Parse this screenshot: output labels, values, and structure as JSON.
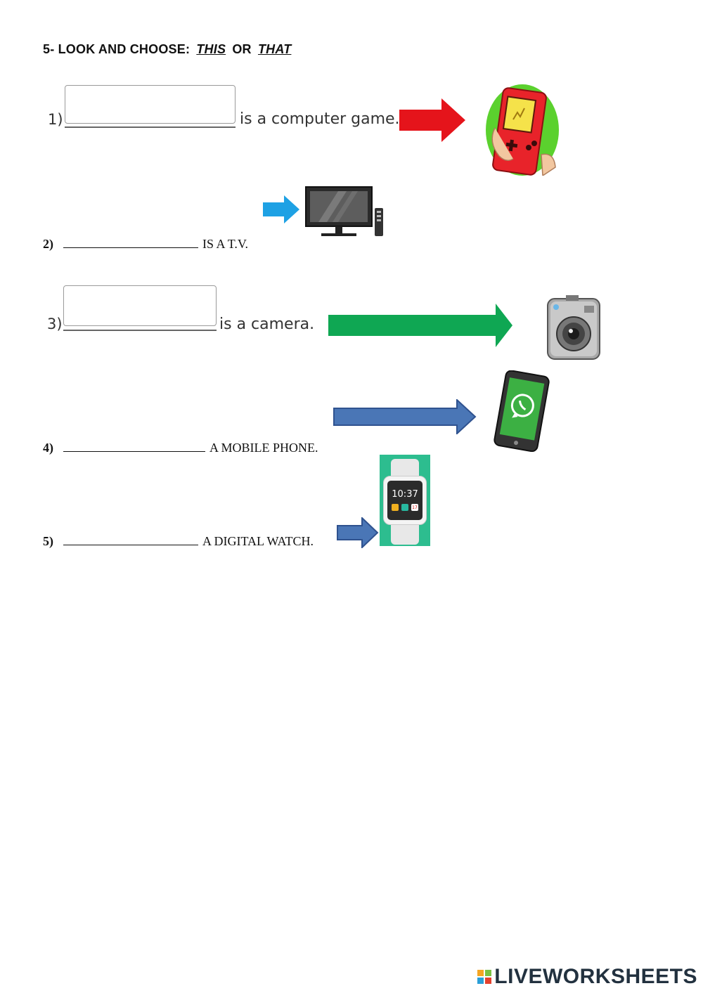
{
  "heading": {
    "prefix": "5- LOOK AND CHOOSE:",
    "word1": "THIS",
    "joiner": "OR",
    "word2": "THAT"
  },
  "items": [
    {
      "number": "1)",
      "text": "is a computer game.",
      "picture": "handheld-game-icon",
      "arrow_color": "#e5141b"
    },
    {
      "number": "2)",
      "text": "IS A T.V.",
      "picture": "tv-icon",
      "arrow_color": "#1ea1e4"
    },
    {
      "number": "3)",
      "text": "is a camera.",
      "picture": "camera-icon",
      "arrow_color": "#0fa753"
    },
    {
      "number": "4)",
      "text": "A MOBILE PHONE.",
      "picture": "mobile-phone-icon",
      "arrow_color": "#4a76b6"
    },
    {
      "number": "5)",
      "text": "A DIGITAL WATCH.",
      "picture": "smartwatch-icon",
      "arrow_color": "#4a76b6"
    }
  ],
  "watch_time": "10:37",
  "watch_date": "17",
  "logo": {
    "text": "LIVEWORKSHEETS"
  }
}
